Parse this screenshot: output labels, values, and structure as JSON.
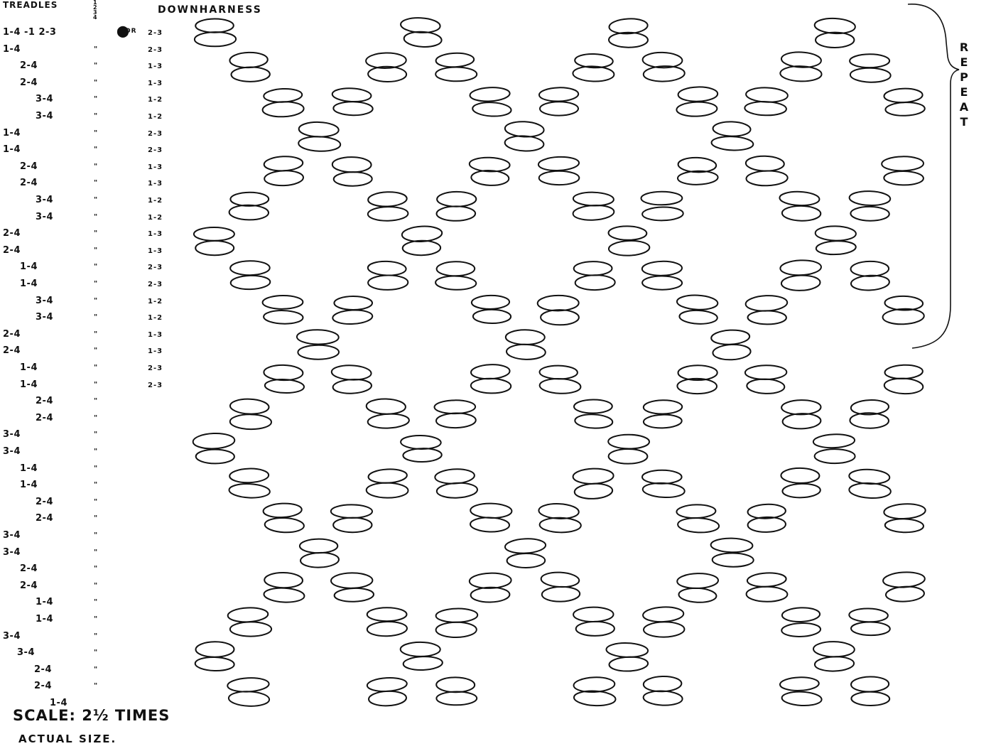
{
  "header": {
    "treadles": "TREADLES",
    "treadle_numbers": "1 2 3 4",
    "downharness": "DOWNHARNESS",
    "or_mark": "⬤",
    "or_note": "OR"
  },
  "treadling": [
    {
      "treadle": "1-4 -1 2-3",
      "ditto": "",
      "harness": "2-3"
    },
    {
      "treadle": "1-4",
      "ditto": "\"",
      "harness": "2-3"
    },
    {
      "treadle": "2-4",
      "ditto": "\"",
      "harness": "1-3"
    },
    {
      "treadle": "2-4",
      "ditto": "\"",
      "harness": "1-3"
    },
    {
      "treadle": "3-4",
      "ditto": "\"",
      "harness": "1-2"
    },
    {
      "treadle": "3-4",
      "ditto": "\"",
      "harness": "1-2"
    },
    {
      "treadle": "1-4",
      "ditto": "\"",
      "harness": "2-3"
    },
    {
      "treadle": "1-4",
      "ditto": "\"",
      "harness": "2-3"
    },
    {
      "treadle": "2-4",
      "ditto": "\"",
      "harness": "1-3"
    },
    {
      "treadle": "2-4",
      "ditto": "\"",
      "harness": "1-3"
    },
    {
      "treadle": "3-4",
      "ditto": "\"",
      "harness": "1-2"
    },
    {
      "treadle": "3-4",
      "ditto": "\"",
      "harness": "1-2"
    },
    {
      "treadle": "2-4",
      "ditto": "\"",
      "harness": "1-3"
    },
    {
      "treadle": "2-4",
      "ditto": "\"",
      "harness": "1-3"
    },
    {
      "treadle": "1-4",
      "ditto": "\"",
      "harness": "2-3"
    },
    {
      "treadle": "1-4",
      "ditto": "\"",
      "harness": "2-3"
    },
    {
      "treadle": "3-4",
      "ditto": "\"",
      "harness": "1-2"
    },
    {
      "treadle": "3-4",
      "ditto": "\"",
      "harness": "1-2"
    },
    {
      "treadle": "2-4",
      "ditto": "\"",
      "harness": "1-3"
    },
    {
      "treadle": "2-4",
      "ditto": "\"",
      "harness": "1-3"
    },
    {
      "treadle": "1-4",
      "ditto": "\"",
      "harness": "2-3"
    },
    {
      "treadle": "1-4",
      "ditto": "\"",
      "harness": "2-3"
    },
    {
      "treadle": "2-4",
      "ditto": "\"",
      "harness": ""
    },
    {
      "treadle": "2-4",
      "ditto": "\"",
      "harness": ""
    },
    {
      "treadle": "3-4",
      "ditto": "\"",
      "harness": ""
    },
    {
      "treadle": "3-4",
      "ditto": "\"",
      "harness": ""
    },
    {
      "treadle": "1-4",
      "ditto": "\"",
      "harness": ""
    },
    {
      "treadle": "1-4",
      "ditto": "\"",
      "harness": ""
    },
    {
      "treadle": "2-4",
      "ditto": "\"",
      "harness": ""
    },
    {
      "treadle": "2-4",
      "ditto": "\"",
      "harness": ""
    },
    {
      "treadle": "3-4",
      "ditto": "\"",
      "harness": ""
    },
    {
      "treadle": "3-4",
      "ditto": "\"",
      "harness": ""
    },
    {
      "treadle": "2-4",
      "ditto": "\"",
      "harness": ""
    },
    {
      "treadle": "2-4",
      "ditto": "\"",
      "harness": ""
    },
    {
      "treadle": "1-4",
      "ditto": "\"",
      "harness": ""
    },
    {
      "treadle": "1-4",
      "ditto": "\"",
      "harness": ""
    },
    {
      "treadle": "3-4",
      "ditto": "\"",
      "harness": ""
    },
    {
      "treadle": "3-4",
      "ditto": "\"",
      "harness": ""
    },
    {
      "treadle": "2-4",
      "ditto": "\"",
      "harness": ""
    },
    {
      "treadle": "2-4",
      "ditto": "\"",
      "harness": ""
    },
    {
      "treadle": "1-4",
      "ditto": "",
      "harness": ""
    }
  ],
  "repeat_label": "REPEAT",
  "scale": {
    "line1": "SCALE: 2½ TIMES",
    "line2": "ACTUAL SIZE."
  },
  "colors": {
    "ink": "#111111",
    "paper": "#ffffff"
  }
}
